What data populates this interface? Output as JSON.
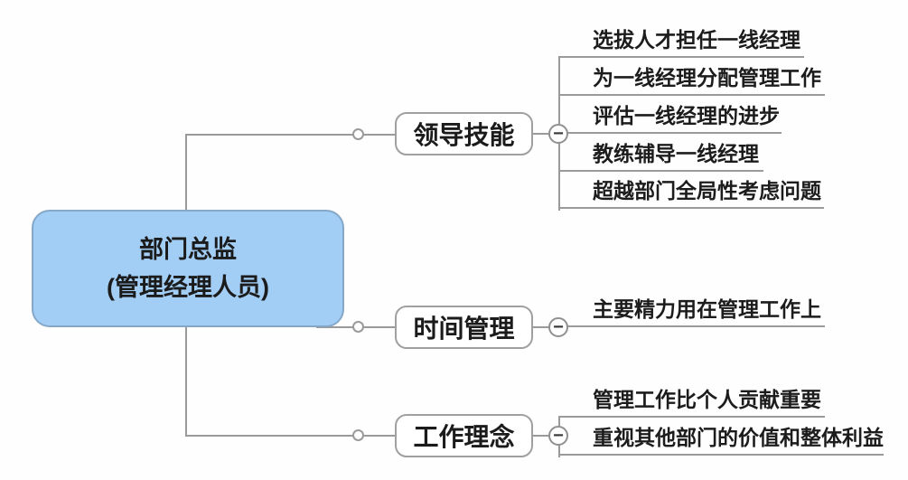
{
  "root": {
    "title_line1": "部门总监",
    "title_line2": "(管理经理人员)"
  },
  "branches": [
    {
      "label": "领导技能",
      "leaves": [
        "选拔人才担任一线经理",
        "为一线经理分配管理工作",
        "评估一线经理的进步",
        "教练辅导一线经理",
        "超越部门全局性考虑问题"
      ]
    },
    {
      "label": "时间管理",
      "leaves": [
        "主要精力用在管理工作上"
      ]
    },
    {
      "label": "工作理念",
      "leaves": [
        "管理工作比个人贡献重要",
        "重视其他部门的价值和整体利益"
      ]
    }
  ],
  "icons": {
    "collapse_glyph": "−",
    "connector_dot": "connection-dot"
  },
  "colors": {
    "root_fill": "#a2cdf5",
    "root_border": "#86a8c8",
    "node_border": "#a0a0a0",
    "line": "#9a9a9a",
    "text": "#1b1b1b"
  }
}
